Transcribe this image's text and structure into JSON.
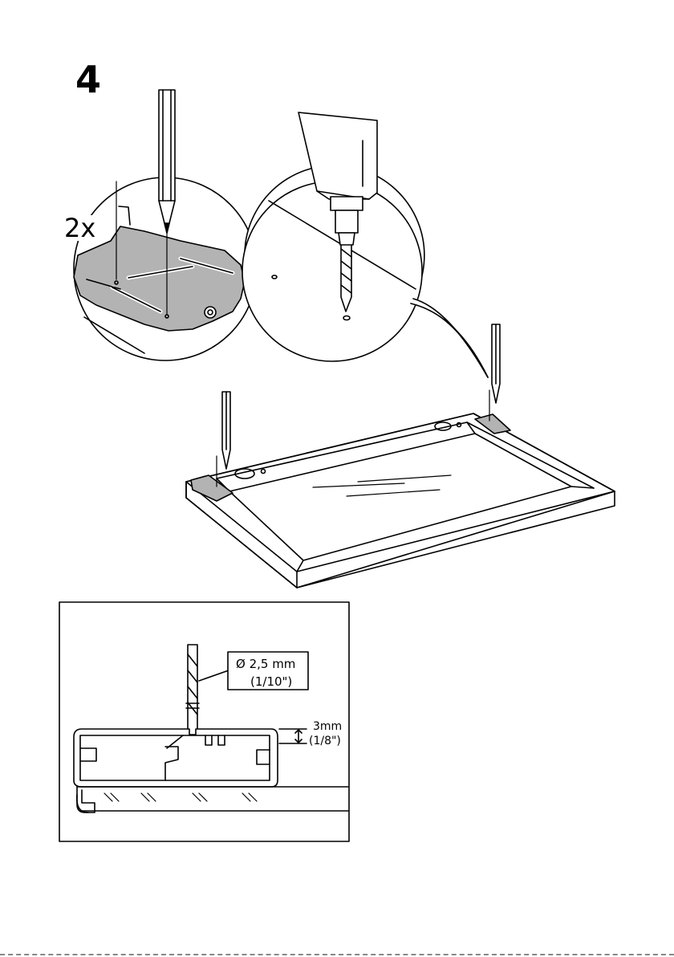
{
  "step": {
    "number": "4",
    "quantity": "2x"
  },
  "drill": {
    "diameter": "Ø 2,5 mm",
    "diameter_inch": "(1/10\")"
  },
  "depth": {
    "mm": "3mm",
    "inch": "(1/8\")"
  },
  "colors": {
    "line": "#000000",
    "fill_gray": "#b3b3b3",
    "paper": "#ffffff"
  }
}
